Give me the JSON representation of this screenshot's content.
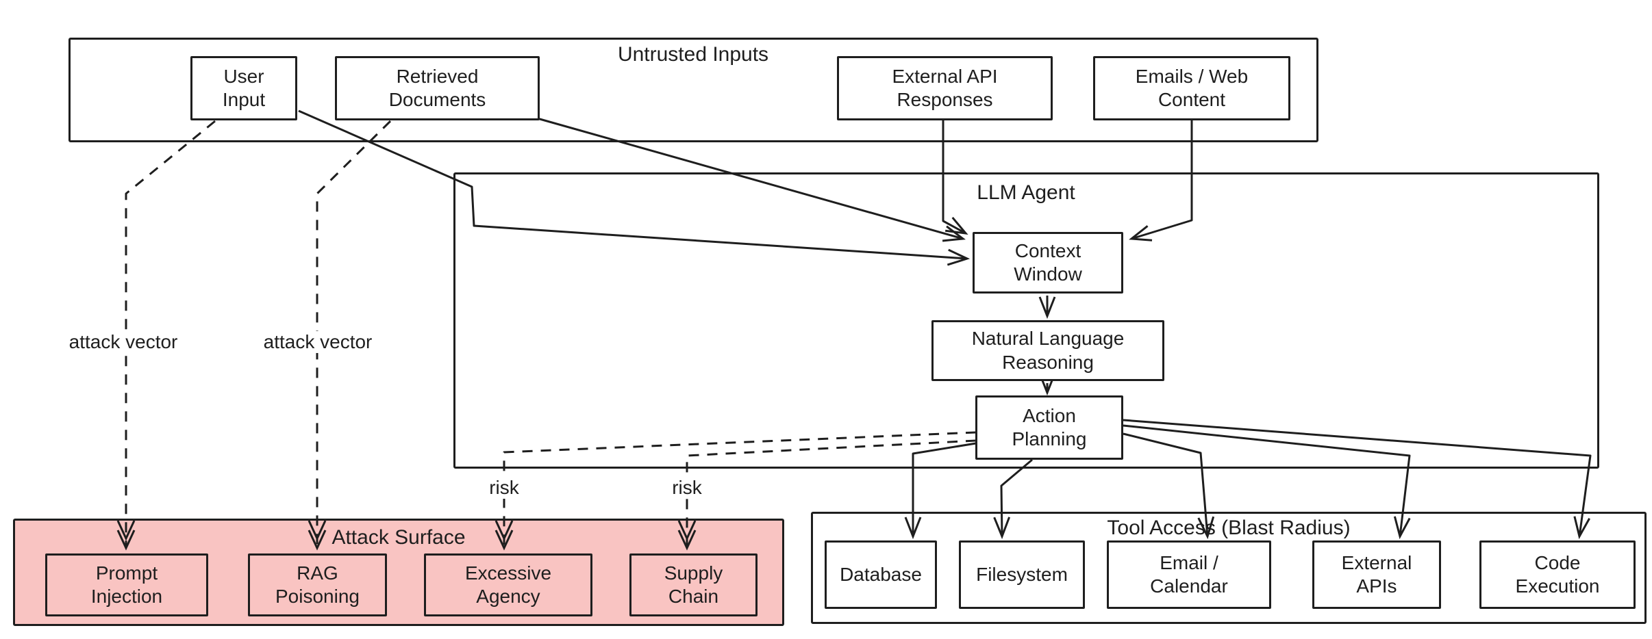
{
  "colors": {
    "background": "#ffffff",
    "stroke": "#1e1e1e",
    "text": "#1e1e1e",
    "attack_surface_fill": "#f9c4c2"
  },
  "containers": {
    "untrusted_inputs": {
      "title": "Untrusted Inputs"
    },
    "llm_agent": {
      "title": "LLM Agent"
    },
    "attack_surface": {
      "title": "Attack Surface"
    },
    "tool_access": {
      "title": "Tool Access (Blast Radius)"
    }
  },
  "nodes": {
    "user_input": {
      "label": "User\nInput"
    },
    "retrieved_documents": {
      "label": "Retrieved\nDocuments"
    },
    "external_api_responses": {
      "label": "External API\nResponses"
    },
    "emails_web_content": {
      "label": "Emails / Web\nContent"
    },
    "context_window": {
      "label": "Context\nWindow"
    },
    "natural_language_reasoning": {
      "label": "Natural Language\nReasoning"
    },
    "action_planning": {
      "label": "Action\nPlanning"
    },
    "prompt_injection": {
      "label": "Prompt\nInjection"
    },
    "rag_poisoning": {
      "label": "RAG\nPoisoning"
    },
    "excessive_agency": {
      "label": "Excessive\nAgency"
    },
    "supply_chain": {
      "label": "Supply\nChain"
    },
    "database": {
      "label": "Database"
    },
    "filesystem": {
      "label": "Filesystem"
    },
    "email_calendar": {
      "label": "Email /\nCalendar"
    },
    "external_apis": {
      "label": "External\nAPIs"
    },
    "code_execution": {
      "label": "Code\nExecution"
    }
  },
  "edge_labels": {
    "attack_vector_user_input": "attack vector",
    "attack_vector_retrieved": "attack vector",
    "risk_excessive_agency": "risk",
    "risk_supply_chain": "risk"
  },
  "edges": [
    {
      "from": "User Input",
      "to": "Context Window",
      "style": "solid"
    },
    {
      "from": "Retrieved Documents",
      "to": "Context Window",
      "style": "solid"
    },
    {
      "from": "External API Responses",
      "to": "Context Window",
      "style": "solid"
    },
    {
      "from": "Emails / Web Content",
      "to": "Context Window",
      "style": "solid"
    },
    {
      "from": "Context Window",
      "to": "Natural Language Reasoning",
      "style": "solid"
    },
    {
      "from": "Natural Language Reasoning",
      "to": "Action Planning",
      "style": "solid"
    },
    {
      "from": "Action Planning",
      "to": "Database",
      "style": "solid"
    },
    {
      "from": "Action Planning",
      "to": "Filesystem",
      "style": "solid"
    },
    {
      "from": "Action Planning",
      "to": "Email / Calendar",
      "style": "solid"
    },
    {
      "from": "Action Planning",
      "to": "External APIs",
      "style": "solid"
    },
    {
      "from": "Action Planning",
      "to": "Code Execution",
      "style": "solid"
    },
    {
      "from": "User Input",
      "to": "Prompt Injection",
      "style": "dashed",
      "label": "attack vector"
    },
    {
      "from": "Retrieved Documents",
      "to": "RAG Poisoning",
      "style": "dashed",
      "label": "attack vector"
    },
    {
      "from": "Action Planning",
      "to": "Excessive Agency",
      "style": "dashed",
      "label": "risk"
    },
    {
      "from": "Action Planning",
      "to": "Supply Chain",
      "style": "dashed",
      "label": "risk"
    }
  ]
}
